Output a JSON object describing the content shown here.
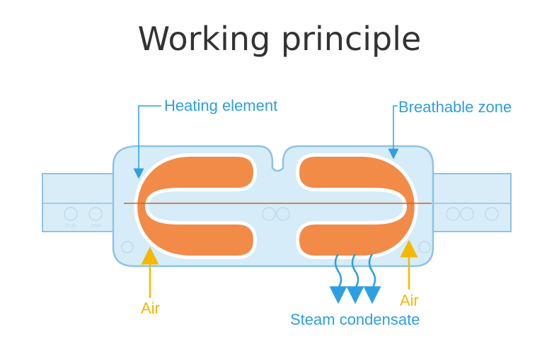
{
  "title": "Working principle",
  "labels": {
    "heating_element": "Heating element",
    "breathable_zone": "Breathable zone",
    "air_left": "Air",
    "air_right": "Air",
    "steam_condensate": "Steam condensate"
  },
  "bead_text": "ZSM",
  "colors": {
    "label_blue": "#2e9fe0",
    "air_yellow": "#f5b800",
    "heating_orange": "#f28a48",
    "mask_fill": "#d6ecf8",
    "mask_outline": "#8fc3e4",
    "title_gray": "#333333"
  }
}
